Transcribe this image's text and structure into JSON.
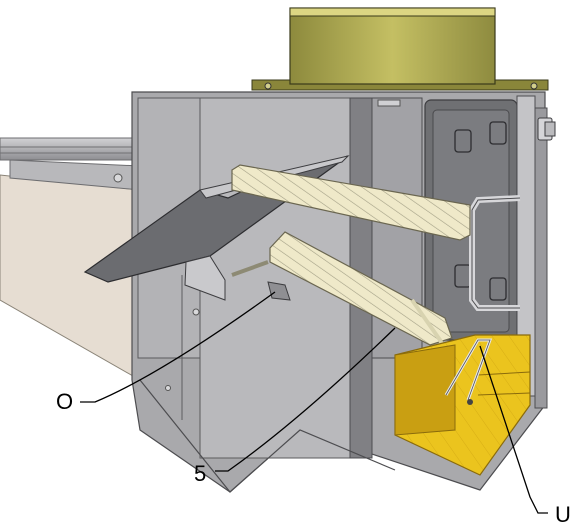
{
  "callouts": {
    "o": "O",
    "five": "5",
    "u": "U"
  },
  "colors": {
    "frame_gray": "#a9a9ac",
    "dark_gray": "#6f7073",
    "light_gray": "#c4c4c7",
    "beige_wall": "#e6ddd2",
    "hatch_fill": "#efe9c9",
    "hatch_stroke": "#a39f86",
    "olive_flange": "#b7b25a",
    "yellow_block": "#ebc41e",
    "yellow_dark": "#c99f12"
  }
}
